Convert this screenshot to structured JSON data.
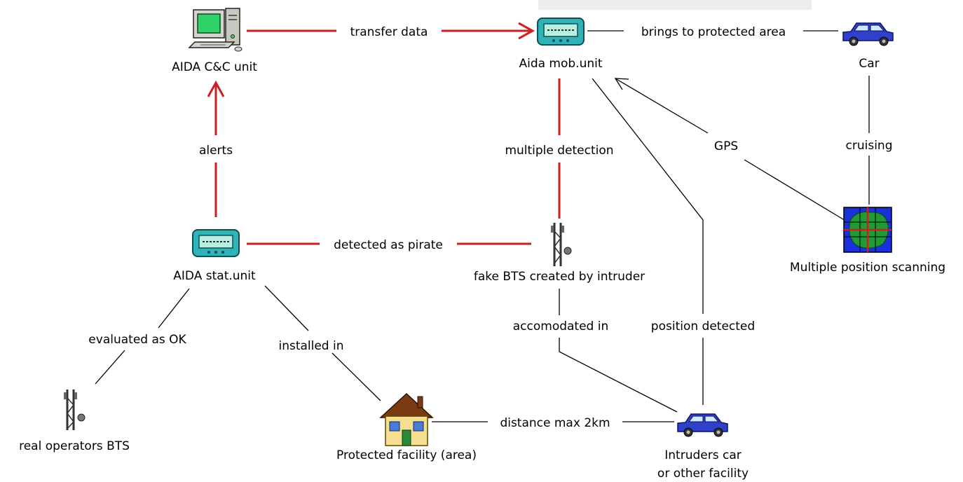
{
  "colors": {
    "background": "#ffffff",
    "alert_edge": "#cc1f1f",
    "plain_edge": "#000000",
    "text": "#000000"
  },
  "nodes": {
    "cc_unit": {
      "label": "AIDA C&C unit",
      "icon": "computer-icon"
    },
    "mob_unit": {
      "label": "Aida mob.unit",
      "icon": "pager-device-icon"
    },
    "car": {
      "label": "Car",
      "icon": "car-icon"
    },
    "stat_unit": {
      "label": "AIDA stat.unit",
      "icon": "pager-device-icon"
    },
    "fake_bts": {
      "label": "fake BTS created by intruder",
      "icon": "antenna-tower-icon"
    },
    "scanning": {
      "label": "Multiple position scanning",
      "icon": "grid-map-icon"
    },
    "real_bts": {
      "label": "real operators BTS",
      "icon": "antenna-tower-icon"
    },
    "facility": {
      "label": "Protected facility (area)",
      "icon": "house-icon"
    },
    "intruder": {
      "label_line1": "Intruders car",
      "label_line2": "or other facility",
      "icon": "car-icon"
    }
  },
  "edges": {
    "transfer_data": "transfer data",
    "brings": "brings to protected area",
    "alerts": "alerts",
    "multiple_detection": "multiple detection",
    "gps": "GPS",
    "cruising": "cruising",
    "detected_pirate": "detected as pirate",
    "evaluated": "evaluated as OK",
    "installed": "installed in",
    "accomodated": "accomodated in",
    "position_detected": "position detected",
    "distance": "distance max 2km"
  }
}
